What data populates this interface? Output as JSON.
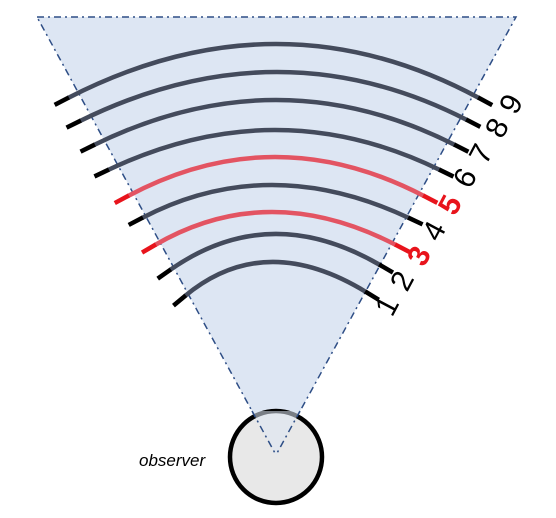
{
  "diagram": {
    "observer_label": "observer",
    "colors": {
      "cone_fill": "#dde6f3",
      "cone_edge": "#2e4e86",
      "arc_default": "#444b5c",
      "arc_highlight": "#e35462",
      "tick_default": "#000000",
      "tick_highlight": "#e8141c",
      "label_default": "#000000",
      "label_highlight": "#e8141c",
      "observer_fill": "#e8e8e8",
      "observer_stroke": "#000000"
    },
    "arcs": [
      {
        "label": "1",
        "highlighted": false
      },
      {
        "label": "2",
        "highlighted": false
      },
      {
        "label": "3",
        "highlighted": true
      },
      {
        "label": "4",
        "highlighted": false
      },
      {
        "label": "5",
        "highlighted": true
      },
      {
        "label": "6",
        "highlighted": false
      },
      {
        "label": "7",
        "highlighted": false
      },
      {
        "label": "8",
        "highlighted": false
      },
      {
        "label": "9",
        "highlighted": false
      }
    ]
  }
}
